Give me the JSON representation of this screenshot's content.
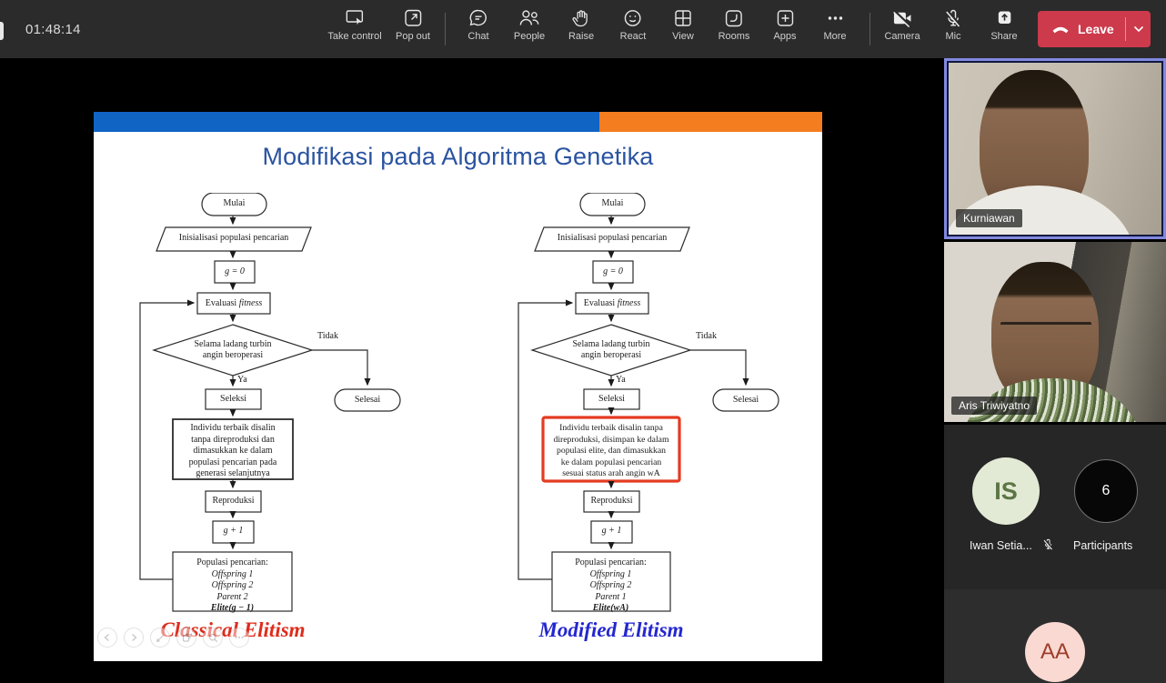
{
  "meeting": {
    "timer": "01:48:14",
    "toolbar": {
      "take_control": "Take control",
      "pop_out": "Pop out",
      "chat": "Chat",
      "people": "People",
      "raise": "Raise",
      "react": "React",
      "view": "View",
      "rooms": "Rooms",
      "apps": "Apps",
      "more": "More",
      "camera": "Camera",
      "mic": "Mic",
      "share": "Share",
      "leave": "Leave"
    }
  },
  "slide": {
    "title": "Modifikasi pada Algoritma Genetika",
    "colors": {
      "bar_blue": "#1064c4",
      "bar_orange": "#f47d1f",
      "title": "#2a53a0",
      "red_box_border": "#e43b22",
      "caption_left": "#de2c1c",
      "caption_right": "#2427cf"
    },
    "flow_common": {
      "mulai": "Mulai",
      "init": "Inisialisasi populasi pencarian",
      "g0": "g = 0",
      "eval_prefix": "Evaluasi",
      "eval_italic": "fitness",
      "cond_line1": "Selama ladang turbin",
      "cond_line2": "angin beroperasi",
      "tidak": "Tidak",
      "ya": "Ya",
      "seleksi": "Seleksi",
      "selesai": "Selesai",
      "reproduksi": "Reproduksi",
      "g1": "g + 1"
    },
    "flow_left": {
      "big_lines": [
        "Individu terbaik disalin",
        "tanpa direproduksi dan",
        "dimasukkan ke dalam",
        "populasi pencarian pada",
        "generasi selanjutnya"
      ],
      "pop_title": "Populasi pencarian:",
      "pop_lines": [
        "Offspring 1",
        "Offspring 2",
        "Parent 2"
      ],
      "pop_elite": "Elite(g − 1)",
      "caption": "Classical Elitism"
    },
    "flow_right": {
      "big_lines": [
        "Individu terbaik disalin tanpa",
        "direproduksi, disimpan ke dalam",
        "populasi elite, dan dimasukkan",
        "ke dalam populasi pencarian",
        "sesuai status arah angin wA"
      ],
      "pop_title": "Populasi pencarian:",
      "pop_lines": [
        "Offspring 1",
        "Offspring 2",
        "Parent 1"
      ],
      "pop_elite": "Elite(wA)",
      "caption": "Modified Elitism"
    }
  },
  "sidebar": {
    "tiles": [
      {
        "name": "Kurniawan"
      },
      {
        "name": "Aris Triwiyatno"
      }
    ],
    "roster": {
      "initials": "IS",
      "label": "Iwan Setia...",
      "count": "6",
      "count_label": "Participants"
    },
    "bottom": {
      "initials": "AA"
    }
  }
}
